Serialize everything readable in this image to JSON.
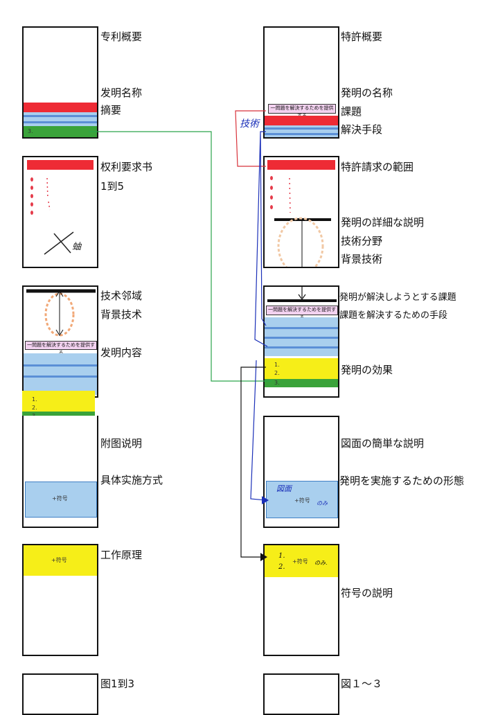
{
  "left": {
    "sections": {
      "abstract": "专利概要",
      "title": "发明名称",
      "summary": "摘要",
      "claims": "权利要求书",
      "claims_range": "1到5",
      "field": "技术邻域",
      "background": "背景技术",
      "content": "发明内容",
      "drawings_desc": "附图说明",
      "embodiment": "具体实施方式",
      "principle": "工作原理",
      "figures": "图1到3"
    },
    "claims_note": "蚰",
    "problem_box": "一問題を解決するためを提供する",
    "effect_items": [
      "1.",
      "2.",
      "3."
    ],
    "green_item": "3.",
    "embodiment_box": "+符号",
    "principle_box": "+符号"
  },
  "right": {
    "sections": {
      "abstract": "特許概要",
      "title": "発明の名称",
      "problem": "課題",
      "solution": "解決手段",
      "claims": "特許請求の範囲",
      "detailed": "発明の詳細な説明",
      "field": "技術分野",
      "background": "背景技術",
      "problem_long": "発明が解決しようとする課題",
      "means": "課題を解決するための手段",
      "effect": "発明の効果",
      "drawings_desc": "図面の簡単な説明",
      "embodiment": "発明を実施するための形態",
      "symbols": "符号の説明",
      "figures": "図１～３"
    },
    "problem_box": "一問題を解決するためを提供する",
    "effect_items": [
      "1.",
      "2.",
      "3."
    ],
    "embodiment_box": "+符号",
    "hand_gijutsu": "技術",
    "hand_zumen": "図面",
    "hand_nomi": "のみ",
    "symbols_box": "+符号",
    "symbols_items": [
      "1.",
      "2."
    ],
    "symbols_nomi": "のみ."
  },
  "colors": {
    "red": "#ee2b35",
    "blue": "#a9cfee",
    "green": "#3aa33a",
    "yellow": "#f6ee18",
    "pink": "#f3d2f0",
    "ink_blue": "#1a2fb8",
    "ink_green": "#2aa44a",
    "ink_red": "#d8323a"
  }
}
